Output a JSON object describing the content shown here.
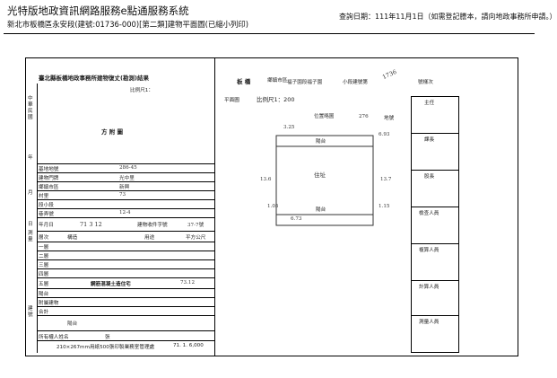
{
  "header": {
    "title": "光特版地政資訊網路服務e點通服務系統",
    "subtitle": "新北市板橋區永安段(建號:01736-000)[第二類]建物平面圖(已縮小列印)",
    "query_date": "查詢日期：111年11月1日（如需登記謄本，請向地政事務所申請。）"
  },
  "left_form": {
    "title": "臺北縣板橋地政事務所建物復丈(勘測)結果",
    "scale_label": "比例尺1：",
    "floor_plan_label": "方   附   圖",
    "vertical_label_1": "中華民國",
    "vertical_year": "年",
    "vertical_month": "月",
    "vertical_day": "日",
    "vertical_label_2": "測量",
    "vertical_label_3": "建號",
    "rows": [
      {
        "label": "基地地號",
        "value": "286-45"
      },
      {
        "label": "建物門牌",
        "value": "光中里"
      },
      {
        "label": "鄉鎮市區",
        "value": "新興"
      },
      {
        "label": "村里",
        "value": "73"
      },
      {
        "label": "段小段",
        "value": ""
      },
      {
        "label": "巷弄號",
        "value": "12-4"
      }
    ],
    "date_row": {
      "label": "年月日",
      "value": "71 3 12",
      "permit_label": "建物收件字號",
      "permit_value": "37-7號"
    },
    "area_header": {
      "c1": "層次",
      "c2": "構造",
      "c3": "用途",
      "c4": "平方公尺"
    },
    "floors": [
      "一層",
      "二層",
      "三層",
      "四層",
      "五層",
      "陽台",
      "附屬建物",
      "合計"
    ],
    "floor_main_use": "鋼筋混凝土造住宅",
    "floor_area": "73.12",
    "balcony": "陽台",
    "owner_label": "所有權人姓名",
    "owner_value": "張    ",
    "footer": "210×267mm用紙500張印製業務室管理處",
    "footer_num": "71. 1. 6,000"
  },
  "right_form": {
    "district": "板  橋",
    "area_label": "鄉鎮市區",
    "section": "福子園段福子園",
    "section_suffix": "小段建號第",
    "building_no": "1736",
    "number_label": "號樣次",
    "scale_label": "平面圖",
    "scale_value": "比例尺1：200",
    "sub_label": "位置略圖",
    "plan_room_label": "住址",
    "top_balcony": "陽台",
    "bottom_balcony": "陽台",
    "dim_top": "3.25",
    "dim_left": "13.6",
    "dim_right": "13.7",
    "dim_bottom": "6.73",
    "dim_top_right": "6.93",
    "dim_small_1": "1.05",
    "dim_small_2": "1.15",
    "top_right_note": "276",
    "top_right_note2": "地號",
    "signature_boxes": [
      "主任",
      "課長",
      "股長",
      "檢查人員",
      "複算人員",
      "計算人員",
      "測量人員"
    ]
  }
}
